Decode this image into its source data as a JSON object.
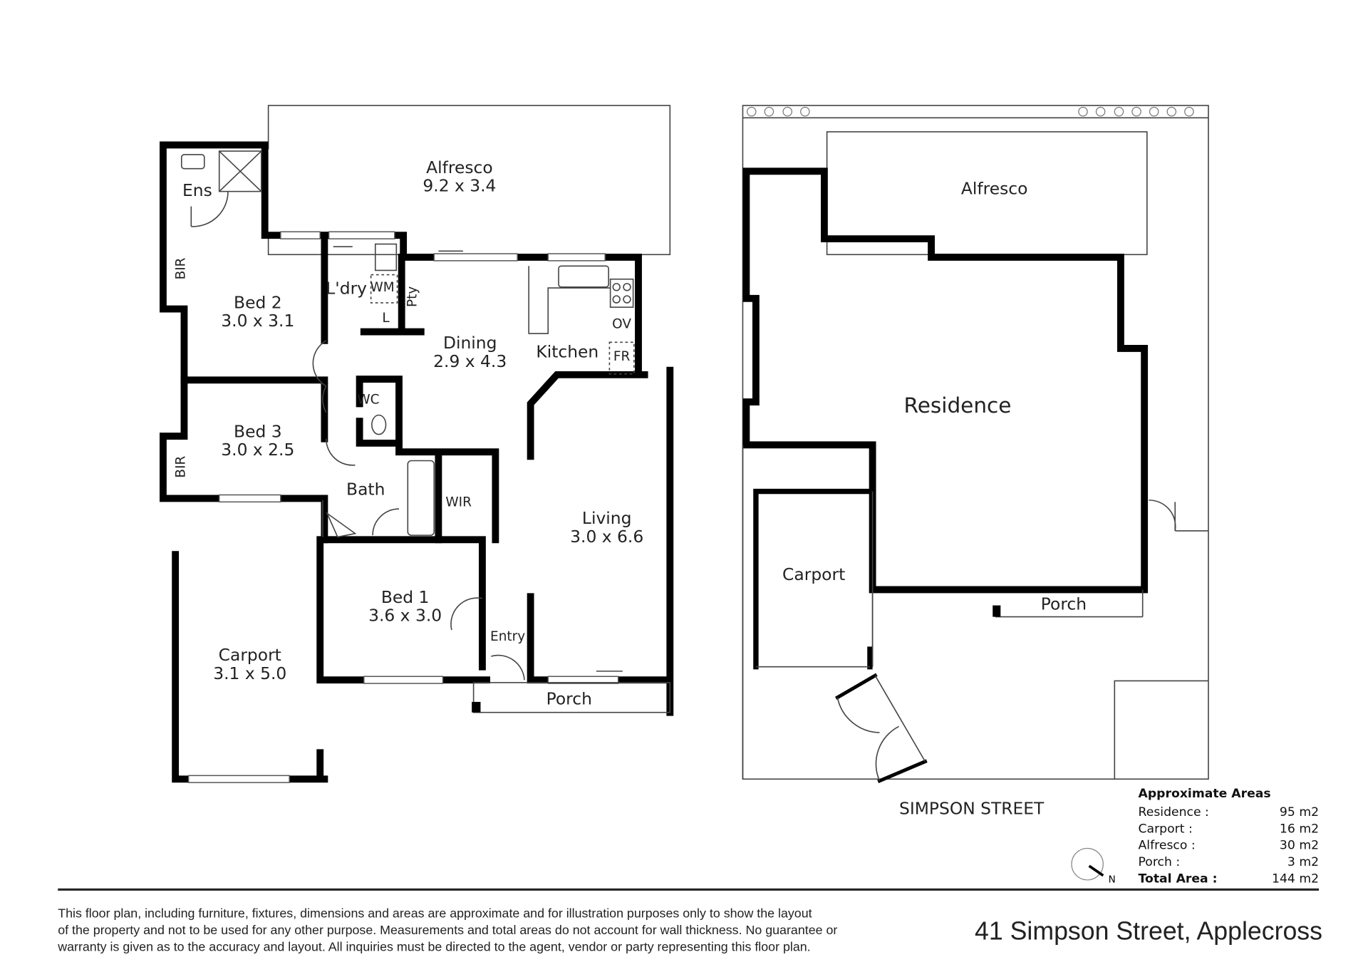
{
  "floor_plan": {
    "rooms": [
      {
        "name": "Alfresco",
        "dims": "9.2 x 3.4"
      },
      {
        "name": "Ens"
      },
      {
        "name": "BIR"
      },
      {
        "name": "Bed 2",
        "dims": "3.0 x 3.1"
      },
      {
        "name": "L'dry"
      },
      {
        "name": "WM"
      },
      {
        "name": "L"
      },
      {
        "name": "Pty"
      },
      {
        "name": "Dining",
        "dims": "2.9 x 4.3"
      },
      {
        "name": "Kitchen"
      },
      {
        "name": "OV"
      },
      {
        "name": "FR"
      },
      {
        "name": "WC"
      },
      {
        "name": "Bed 3",
        "dims": "3.0 x 2.5"
      },
      {
        "name": "BIR"
      },
      {
        "name": "Bath"
      },
      {
        "name": "WIR"
      },
      {
        "name": "Living",
        "dims": "3.0 x 6.6"
      },
      {
        "name": "Bed 1",
        "dims": "3.6 x 3.0"
      },
      {
        "name": "Entry"
      },
      {
        "name": "Porch"
      },
      {
        "name": "Carport",
        "dims": "3.1 x 5.0"
      }
    ]
  },
  "site_plan": {
    "labels": [
      "Alfresco",
      "Residence",
      "Carport",
      "Porch"
    ],
    "street": "SIMPSON STREET"
  },
  "areas": {
    "title": "Approximate Areas",
    "rows": [
      {
        "label": "Residence :",
        "value": "95 m2"
      },
      {
        "label": "Carport :",
        "value": "16 m2"
      },
      {
        "label": "Alfresco :",
        "value": "30 m2"
      },
      {
        "label": "Porch :",
        "value": "3 m2"
      }
    ],
    "total": {
      "label": "Total Area :",
      "value": "144 m2"
    }
  },
  "compass": "N",
  "disclaimer": [
    "This floor plan, including furniture, fixtures, dimensions and areas are approximate and for illustration purposes only to show the layout",
    "of the property and not to be used for any other purpose. Measurements and total areas do not account for wall thickness. No guarantee or",
    "warranty is given as to the accuracy and layout. All inquiries must be directed to the agent, vendor or party representing this floor plan."
  ],
  "address": "41 Simpson Street, Applecross"
}
